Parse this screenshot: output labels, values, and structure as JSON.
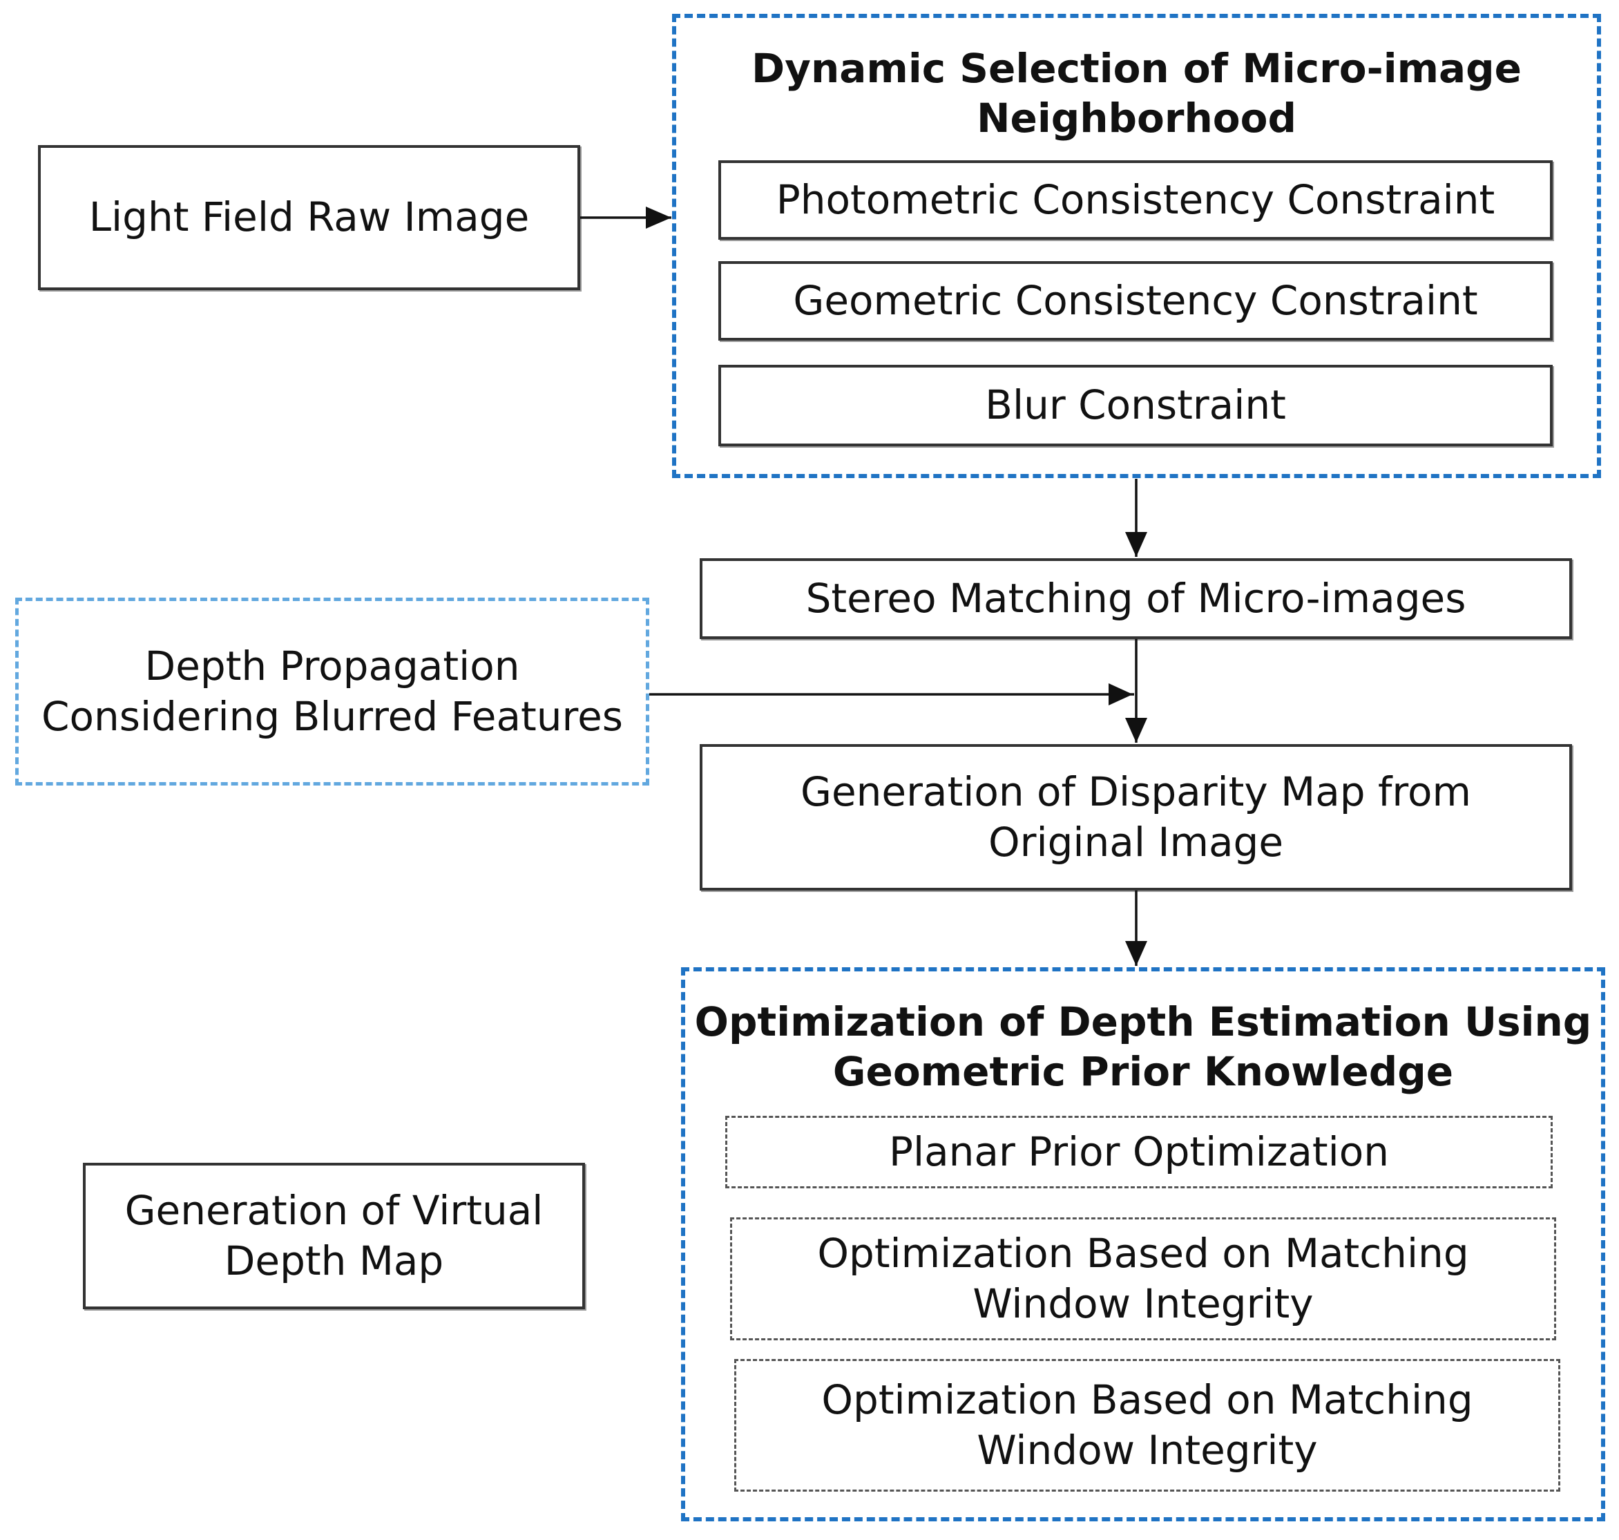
{
  "nodes": {
    "raw_image": "Light Field Raw Image",
    "dynamic_selection": {
      "title": "Dynamic Selection of Micro-image\nNeighborhood",
      "items": [
        "Photometric Consistency Constraint",
        "Geometric Consistency Constraint",
        "Blur Constraint"
      ]
    },
    "stereo_matching": "Stereo Matching of Micro-images",
    "depth_propagation": "Depth Propagation\nConsidering Blurred Features",
    "disparity_map": "Generation of Disparity Map from\nOriginal Image",
    "optimization": {
      "title": "Optimization of Depth Estimation Using\nGeometric Prior Knowledge",
      "items": [
        "Planar Prior Optimization",
        "Optimization Based on Matching\nWindow Integrity",
        "Optimization Based on Matching\nWindow Integrity"
      ]
    },
    "virtual_depth_map": "Generation of Virtual\nDepth Map"
  },
  "colors": {
    "group_border": "#1f73c4",
    "propagation_border": "#62a8df",
    "optimization_item_border": "#555555",
    "solid_border": "#333333",
    "arrow": "#111111"
  }
}
